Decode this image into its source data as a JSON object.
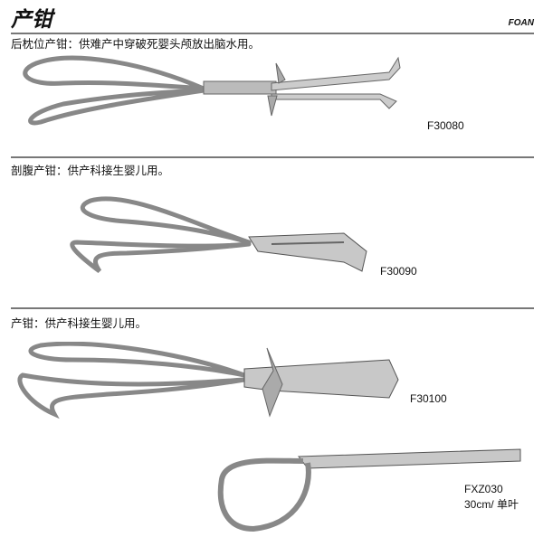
{
  "header": {
    "title": "产钳",
    "brand": "FOAN"
  },
  "sections": [
    {
      "caption": "后枕位产钳：供难产中穿破死婴头颅放出脑水用。",
      "code": "F30080"
    },
    {
      "caption": "剖腹产钳：供产科接生婴儿用。",
      "code": "F30090"
    },
    {
      "caption": "产钳：供产科接生婴儿用。",
      "code": "F30100"
    },
    {
      "caption": "",
      "code": "FXZ030",
      "spec": "30cm/ 单叶"
    }
  ]
}
